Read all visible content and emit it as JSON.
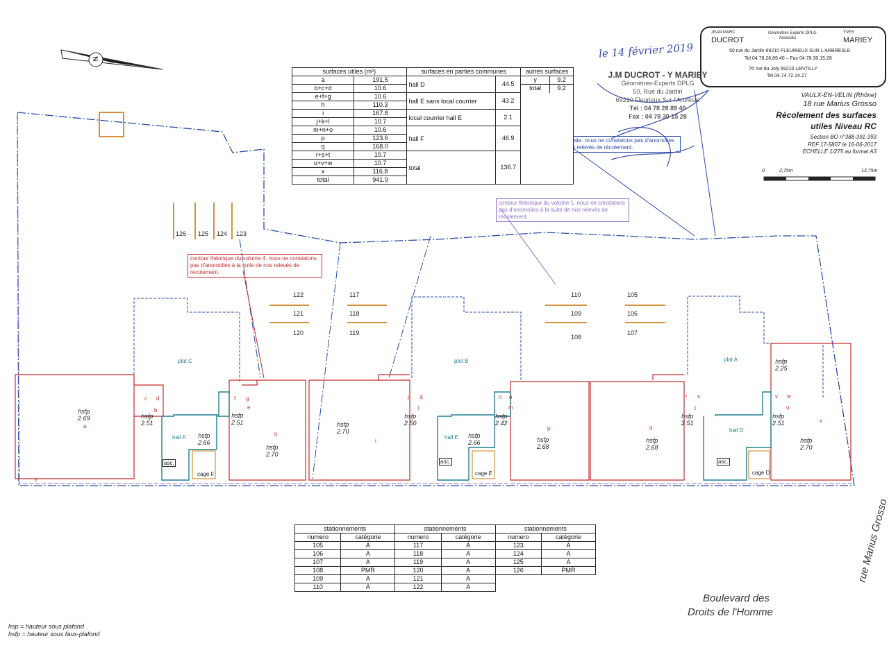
{
  "stamp": {
    "name1_small": "JEAN MARC",
    "name1": "DUCROT",
    "mid_small1": "Géomètres Experts DPLG",
    "mid_small2": "Associés",
    "name2_small": "YVES",
    "name2": "MARIEY",
    "addr1": "50 rue du Jardin 69210 FLEURIEUX SUR L'ARBRESLE",
    "tel1": "Tel 04.78.28.89.40 – Fax 04.78.30.15.28",
    "addr2": "76 rue du Joly 69210 LENTILLY",
    "tel2": "Tel 04.74.72.14.27"
  },
  "handwritten_date": "le 14 février 2019",
  "stamp2": {
    "line1": "J.M DUCROT - Y MARIEY",
    "line2": "Géomètres-Experts DPLG",
    "line3": "50, Rue du Jardin",
    "line4": "69210 Fleurieux Sur l'Arbresle",
    "line5": "Tél : 04 78 28 89 40",
    "line6": "Fax : 04 78 30 15 28"
  },
  "title_block": {
    "city": "VAULX-EN-VELIN (Rhône)",
    "street": "18 rue Marius Grosso",
    "title1": "Récolement des surfaces",
    "title2": "utiles Niveau RC",
    "section": "Section BO n°388-391-393",
    "ref": "REF 17-5807 le 16-06-2017",
    "scale": "ECHELLE 1/275 au format A3",
    "bar0": "0",
    "bar1": "2,75m",
    "bar2": "13,75m"
  },
  "notes": {
    "blue_note": "parcelle cadastrale. nous ne constatons pas d'anomolies à la suite de nos relevés de récolement.",
    "purple_note": "contour théorique du volume 1. nous ne constatons pas d'anomolies à la suite de nos relevés de récolement.",
    "red_note": "contour théorique du volume 4. nous ne constatons pas d'anomolies à la suite de nos relevés de récolement."
  },
  "surfaces_table": {
    "h_utiles": "surfaces utiles (m²)",
    "h_communes": "surfaces en parties communes",
    "h_autres": "autres surfaces",
    "utiles": [
      [
        "a",
        "191.5"
      ],
      [
        "b+c+d",
        "10.6"
      ],
      [
        "e+f+g",
        "10.6"
      ],
      [
        "h",
        "110.3"
      ],
      [
        "i",
        "167.8"
      ],
      [
        "j+k+l",
        "10.7"
      ],
      [
        "m+n+o",
        "10.6"
      ],
      [
        "p",
        "123.6"
      ],
      [
        "q",
        "168.0"
      ],
      [
        "r+s+t",
        "10.7"
      ],
      [
        "u+v+w",
        "10.7"
      ],
      [
        "x",
        "116.8"
      ],
      [
        "total",
        "941.9"
      ]
    ],
    "communes": [
      [
        "hall D",
        "44.5"
      ],
      [
        "hall E sans local courrier",
        "43.2"
      ],
      [
        "local courrier hall E",
        "2.1"
      ],
      [
        "hall F",
        "46.9"
      ],
      [
        "total",
        "136.7"
      ]
    ],
    "autres": [
      [
        "y",
        "9.2"
      ],
      [
        "total",
        "9.2"
      ]
    ]
  },
  "parking_stalls_top": [
    "126",
    "125",
    "124",
    "123"
  ],
  "parking_mid": [
    "122",
    "121",
    "120",
    "117",
    "118",
    "119",
    "110",
    "109",
    "108",
    "105",
    "106",
    "107"
  ],
  "plan_labels": {
    "plot_c": "plot C",
    "plot_b": "plot B",
    "plot_a": "plot A",
    "hall_f": "hall F",
    "hall_e": "hall E",
    "hall_d": "hall D",
    "asc": "asc.",
    "cage_f": "cage F",
    "cage_e": "cage E",
    "cage_d": "cage D",
    "hsfp": "hsfp",
    "heights": [
      "2.69",
      "2.51",
      "2.66",
      "2.51",
      "2.70",
      "2.70",
      "2.50",
      "2.66",
      "2.42",
      "2.68",
      "2.68",
      "2.51",
      "2.51",
      "2.25",
      "2.70"
    ],
    "letters": [
      "a",
      "b",
      "c",
      "d",
      "e",
      "f",
      "g",
      "h",
      "i",
      "j",
      "k",
      "l",
      "m",
      "n",
      "o",
      "p",
      "q",
      "r",
      "s",
      "t",
      "u",
      "v",
      "w",
      "x",
      "y"
    ]
  },
  "parking_table": {
    "header": "stationnements",
    "col_num": "numero",
    "col_cat": "catégorie",
    "group1": [
      [
        "105",
        "A"
      ],
      [
        "106",
        "A"
      ],
      [
        "107",
        "A"
      ],
      [
        "108",
        "PMR"
      ],
      [
        "109",
        "A"
      ],
      [
        "110",
        "A"
      ]
    ],
    "group2": [
      [
        "117",
        "A"
      ],
      [
        "118",
        "A"
      ],
      [
        "119",
        "A"
      ],
      [
        "120",
        "A"
      ],
      [
        "121",
        "A"
      ],
      [
        "122",
        "A"
      ]
    ],
    "group3": [
      [
        "123",
        "A"
      ],
      [
        "124",
        "A"
      ],
      [
        "125",
        "A"
      ],
      [
        "126",
        "PMR"
      ]
    ]
  },
  "streets": {
    "boulevard1": "Boulevard des",
    "boulevard2": "Droits de l'Homme",
    "rue": "rue Marius Grosso"
  },
  "legend": {
    "hsp": "hsp = hauteur sous plafond",
    "hsfp": "hsfp = hauteur sous faux-plafond"
  },
  "north_arrow_letter": "N",
  "colors": {
    "blue": "#2a4aa8",
    "red": "#c42a2a",
    "teal": "#1e7f92",
    "purple": "#8c6fd0",
    "orange": "#d4913a",
    "pen": "#3a4bb0"
  }
}
